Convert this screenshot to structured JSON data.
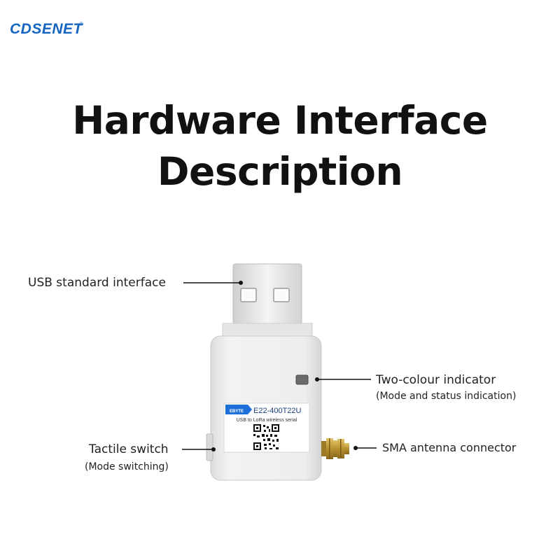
{
  "brand": {
    "name": "CDSENET",
    "registered_mark": "®",
    "color": "#1565c0"
  },
  "heading": {
    "line1": "Hardware Interface",
    "line2": "Description"
  },
  "device": {
    "body_color": "#ededed",
    "accent_color": "#1e6fd9",
    "logo_small": "EBYTE",
    "model": "E22-400T22U",
    "description": "USB to LoRa wireless serial",
    "qr_code_icon": "qr-code-icon",
    "connector_icon": "sma-connector-icon"
  },
  "callouts": {
    "usb": {
      "label": "USB standard interface"
    },
    "indicator": {
      "label": "Two-colour indicator",
      "sublabel": "(Mode and status indication)"
    },
    "switch": {
      "label": "Tactile switch",
      "sublabel": "(Mode switching)"
    },
    "antenna": {
      "label": "SMA antenna connector"
    }
  }
}
